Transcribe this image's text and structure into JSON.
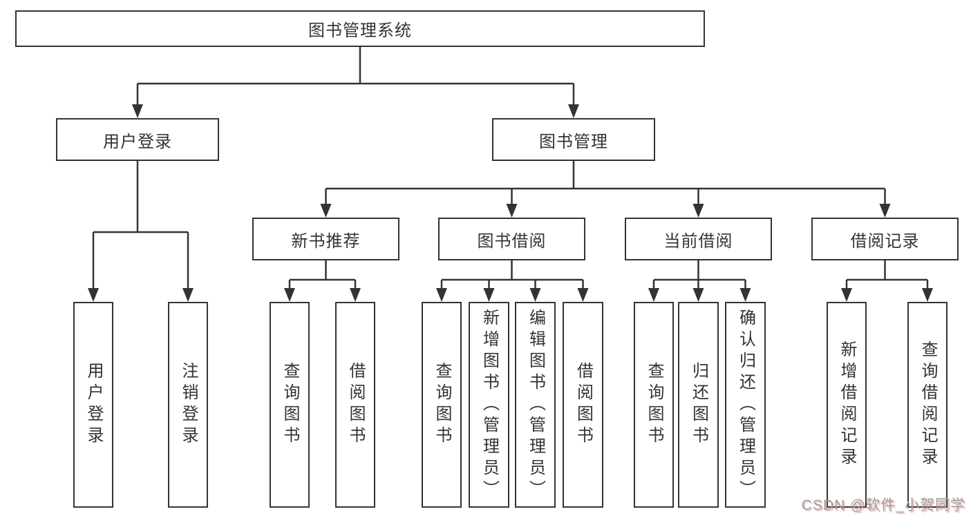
{
  "colors": {
    "line": "#333333",
    "box_border": "#333333",
    "box_fill": "#ffffff",
    "text": "#333333",
    "watermark_gray": "#9e9e9e",
    "watermark_red_shadow": "#db6666"
  },
  "watermark": {
    "text": "CSDN @软件_小贺同学"
  },
  "tree": {
    "label": "图书管理系统",
    "children": [
      {
        "label": "用户登录",
        "children": [
          {
            "label": "用户登录"
          },
          {
            "label": "注销登录"
          }
        ]
      },
      {
        "label": "图书管理",
        "children": [
          {
            "label": "新书推荐",
            "children": [
              {
                "label": "查询图书"
              },
              {
                "label": "借阅图书"
              }
            ]
          },
          {
            "label": "图书借阅",
            "children": [
              {
                "label": "查询图书"
              },
              {
                "label": "新增图书（管理员）"
              },
              {
                "label": "编辑图书（管理员）"
              },
              {
                "label": "借阅图书"
              }
            ]
          },
          {
            "label": "当前借阅",
            "children": [
              {
                "label": "查询图书"
              },
              {
                "label": "归还图书"
              },
              {
                "label": "确认归还（管理员）"
              }
            ]
          },
          {
            "label": "借阅记录",
            "children": [
              {
                "label": "新增借阅记录"
              },
              {
                "label": "查询借阅记录"
              }
            ]
          }
        ]
      }
    ]
  }
}
